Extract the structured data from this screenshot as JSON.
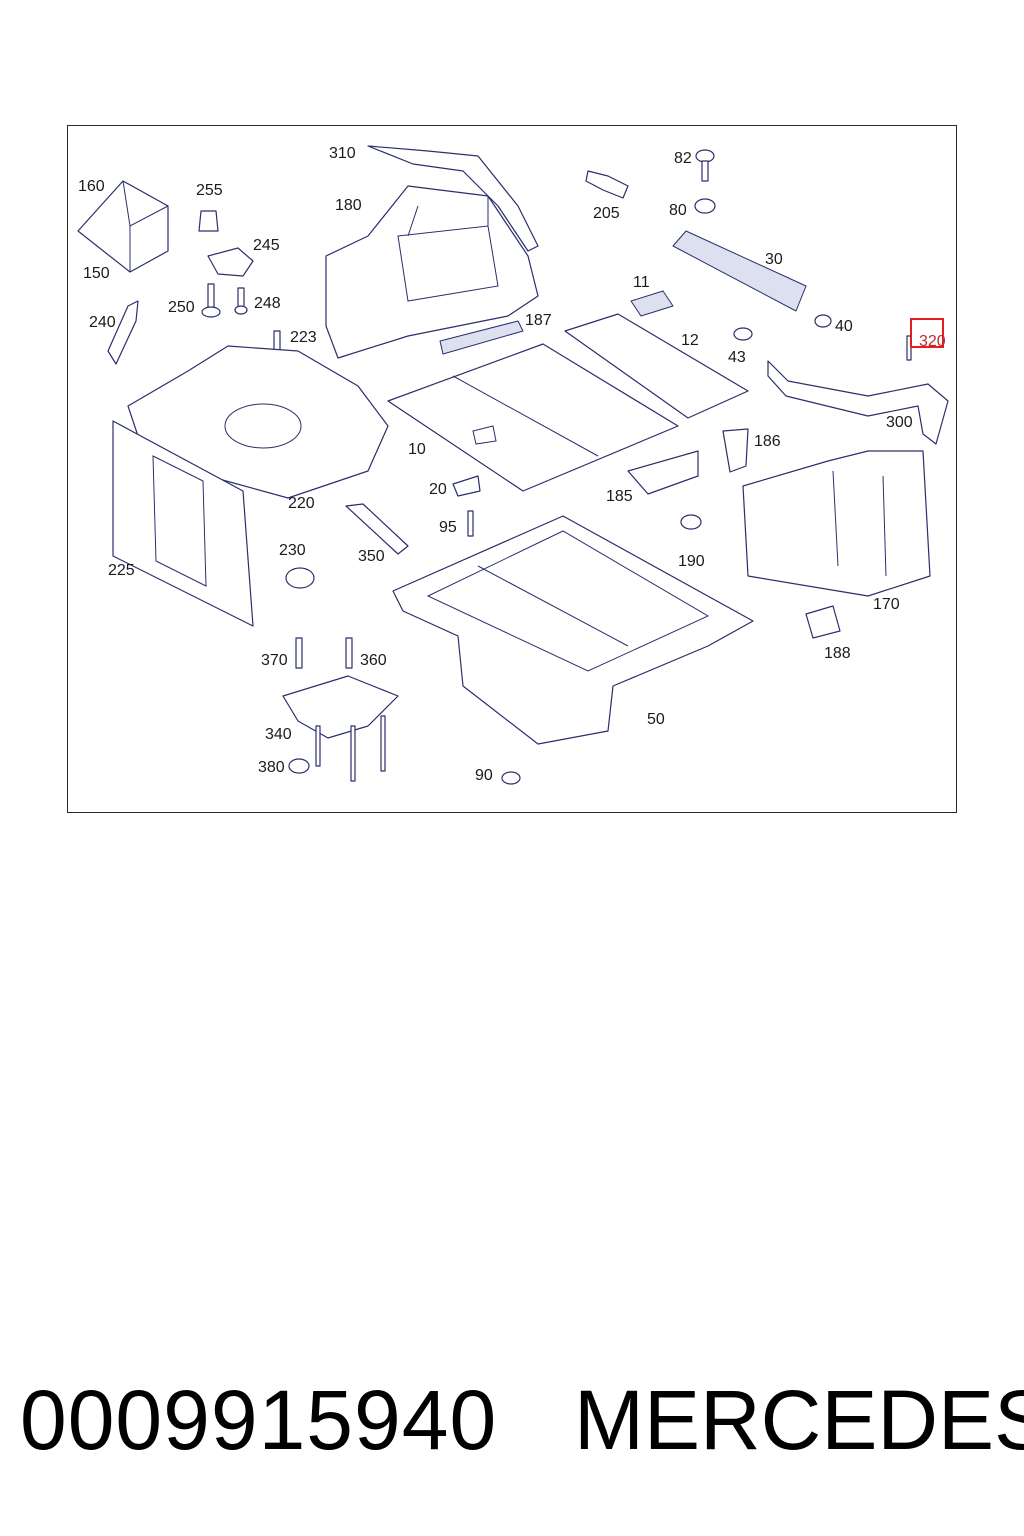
{
  "diagram": {
    "callouts": [
      "310",
      "180",
      "160",
      "255",
      "150",
      "245",
      "240",
      "250",
      "248",
      "223",
      "187",
      "205",
      "82",
      "80",
      "30",
      "11",
      "12",
      "40",
      "43",
      "320",
      "300",
      "10",
      "186",
      "220",
      "20",
      "185",
      "95",
      "350",
      "230",
      "190",
      "225",
      "170",
      "370",
      "360",
      "188",
      "340",
      "50",
      "380",
      "90"
    ],
    "highlighted_callout": "320",
    "colors": {
      "line": "#2b2f6b",
      "highlight": "#e02020",
      "label": "#1b1b1b"
    }
  },
  "footer": {
    "part_number": "0009915940",
    "brand": "MERCEDES"
  }
}
